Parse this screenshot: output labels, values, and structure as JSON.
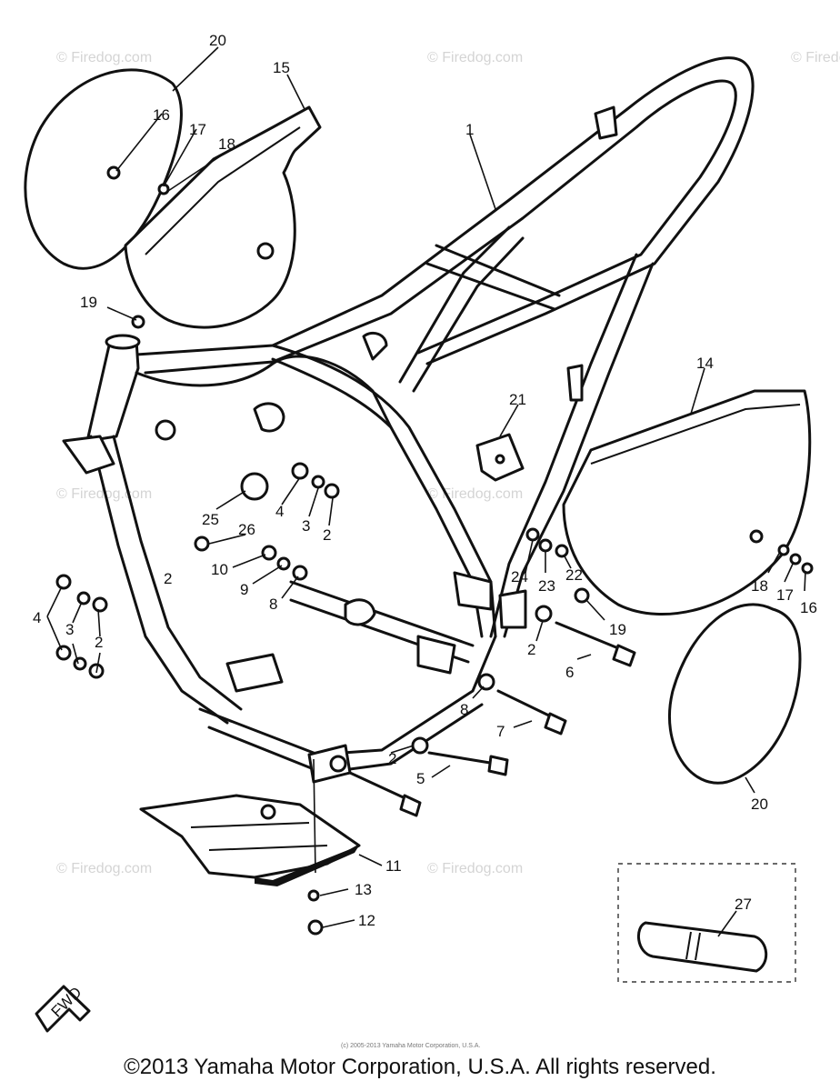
{
  "diagram": {
    "watermark_text": "© Firedog.com",
    "inner_notice": "(c) 2005-2013 Yamaha Motor Corporation, U.S.A.",
    "fwd_label": "FWD",
    "callouts": {
      "p1": "1",
      "p2a": "2",
      "p2b": "2",
      "p2c": "2",
      "p2d": "2",
      "p2e": "2",
      "p3a": "3",
      "p3b": "3",
      "p4a": "4",
      "p4b": "4",
      "p5": "5",
      "p6": "6",
      "p7": "7",
      "p8a": "8",
      "p8b": "8",
      "p9": "9",
      "p10": "10",
      "p11": "11",
      "p12": "12",
      "p13": "13",
      "p14": "14",
      "p15": "15",
      "p16a": "16",
      "p16b": "16",
      "p17a": "17",
      "p17b": "17",
      "p18a": "18",
      "p18b": "18",
      "p19a": "19",
      "p19b": "19",
      "p20a": "20",
      "p20b": "20",
      "p21": "21",
      "p22": "22",
      "p23": "23",
      "p24": "24",
      "p25": "25",
      "p26": "26",
      "p27": "27"
    }
  },
  "footer": {
    "copyright": "©2013 Yamaha Motor Corporation, U.S.A. All rights reserved."
  }
}
